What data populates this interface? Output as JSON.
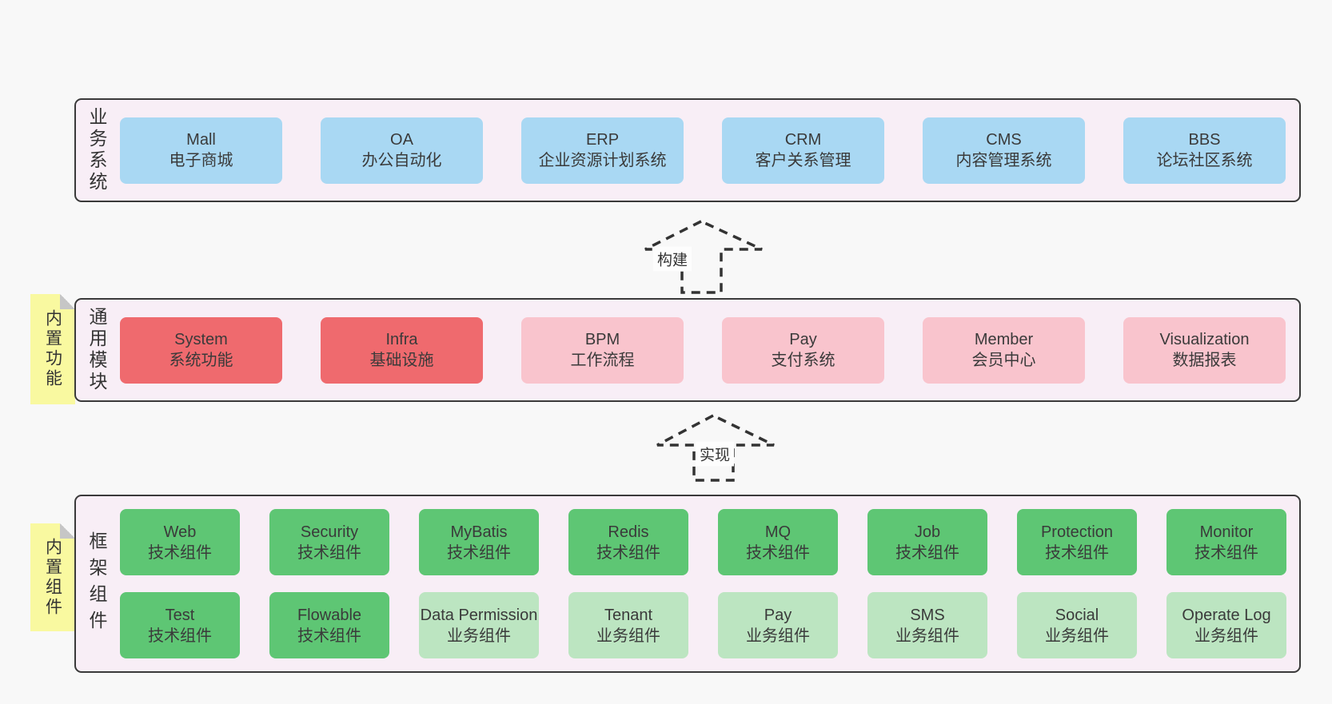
{
  "business_panel": {
    "side_label": "业务系统",
    "boxes": [
      {
        "name": "Mall",
        "desc": "电子商城",
        "variant": "blue"
      },
      {
        "name": "OA",
        "desc": "办公自动化",
        "variant": "blue"
      },
      {
        "name": "ERP",
        "desc": "企业资源计划系统",
        "variant": "blue"
      },
      {
        "name": "CRM",
        "desc": "客户关系管理",
        "variant": "blue"
      },
      {
        "name": "CMS",
        "desc": "内容管理系统",
        "variant": "blue"
      },
      {
        "name": "BBS",
        "desc": "论坛社区系统",
        "variant": "blue"
      }
    ]
  },
  "arrow_build": {
    "label": "构建"
  },
  "module_panel": {
    "side_label": "通用模块",
    "note_label": "内置功能",
    "boxes": [
      {
        "name": "System",
        "desc": "系统功能",
        "variant": "red"
      },
      {
        "name": "Infra",
        "desc": "基础设施",
        "variant": "red"
      },
      {
        "name": "BPM",
        "desc": "工作流程",
        "variant": "pink"
      },
      {
        "name": "Pay",
        "desc": "支付系统",
        "variant": "pink"
      },
      {
        "name": "Member",
        "desc": "会员中心",
        "variant": "pink"
      },
      {
        "name": "Visualization",
        "desc": "数据报表",
        "variant": "pink"
      }
    ]
  },
  "arrow_implement": {
    "label": "实现"
  },
  "framework_panel": {
    "side_label": "框架组件",
    "note_label": "内置组件",
    "row1": [
      {
        "name": "Web",
        "desc": "技术组件",
        "variant": "green-dark"
      },
      {
        "name": "Security",
        "desc": "技术组件",
        "variant": "green-dark"
      },
      {
        "name": "MyBatis",
        "desc": "技术组件",
        "variant": "green-dark"
      },
      {
        "name": "Redis",
        "desc": "技术组件",
        "variant": "green-dark"
      },
      {
        "name": "MQ",
        "desc": "技术组件",
        "variant": "green-dark"
      },
      {
        "name": "Job",
        "desc": "技术组件",
        "variant": "green-dark"
      },
      {
        "name": "Protection",
        "desc": "技术组件",
        "variant": "green-dark"
      },
      {
        "name": "Monitor",
        "desc": "技术组件",
        "variant": "green-dark"
      }
    ],
    "row2": [
      {
        "name": "Test",
        "desc": "技术组件",
        "variant": "green-dark"
      },
      {
        "name": "Flowable",
        "desc": "技术组件",
        "variant": "green-dark"
      },
      {
        "name": "Data Permission",
        "desc": "业务组件",
        "variant": "green-light"
      },
      {
        "name": "Tenant",
        "desc": "业务组件",
        "variant": "green-light"
      },
      {
        "name": "Pay",
        "desc": "业务组件",
        "variant": "green-light"
      },
      {
        "name": "SMS",
        "desc": "业务组件",
        "variant": "green-light"
      },
      {
        "name": "Social",
        "desc": "业务组件",
        "variant": "green-light"
      },
      {
        "name": "Operate Log",
        "desc": "业务组件",
        "variant": "green-light"
      }
    ]
  },
  "colors": {
    "page_bg": "#f8f8f8",
    "panel_bg": "#f8eef6",
    "panel_border": "#3a3a3a",
    "blue": "#a9d8f3",
    "red": "#ef6a6e",
    "pink": "#f9c4cd",
    "green_dark": "#5ec674",
    "green_light": "#bce5c1",
    "note_yellow": "#f9f9a0",
    "note_fold": "#c6c6c6",
    "text": "#333333"
  }
}
